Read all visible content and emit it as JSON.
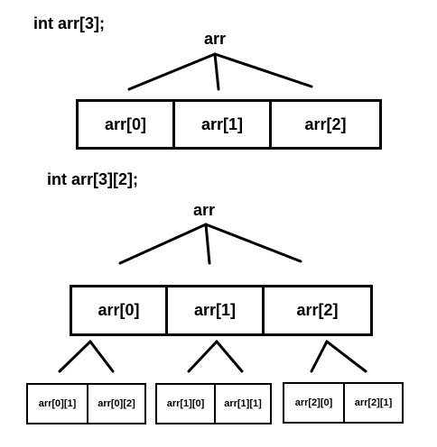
{
  "section1": {
    "declaration": "int arr[3];",
    "root": "arr",
    "elements": [
      "arr[0]",
      "arr[1]",
      "arr[2]"
    ]
  },
  "section2": {
    "declaration": "int arr[3][2];",
    "root": "arr",
    "rows": [
      "arr[0]",
      "arr[1]",
      "arr[2]"
    ],
    "children": [
      [
        "arr[0][1]",
        "arr[0][2]"
      ],
      [
        "arr[1][0]",
        "arr[1][1]"
      ],
      [
        "arr[2][0]",
        "arr[2][1]"
      ]
    ]
  },
  "colors": {
    "ink": "#000000",
    "background": "#ffffff"
  }
}
